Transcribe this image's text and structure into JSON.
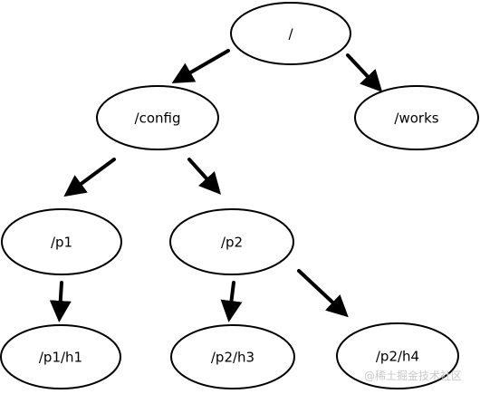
{
  "tree": {
    "nodes": {
      "root": "/",
      "config": "/config",
      "works": "/works",
      "p1": "/p1",
      "p2": "/p2",
      "p1_h1": "/p1/h1",
      "p2_h3": "/p2/h3",
      "p2_h4": "/p2/h4"
    },
    "edges": [
      {
        "from": "/",
        "to": "/config"
      },
      {
        "from": "/",
        "to": "/works"
      },
      {
        "from": "/config",
        "to": "/p1"
      },
      {
        "from": "/config",
        "to": "/p2"
      },
      {
        "from": "/p1",
        "to": "/p1/h1"
      },
      {
        "from": "/p2",
        "to": "/p2/h3"
      },
      {
        "from": "/p2",
        "to": "/p2/h4"
      }
    ]
  },
  "watermark": "@稀土掘金技术社区",
  "colors": {
    "stroke": "#000000",
    "fill": "#ffffff",
    "watermark": "#c8c8c8"
  }
}
